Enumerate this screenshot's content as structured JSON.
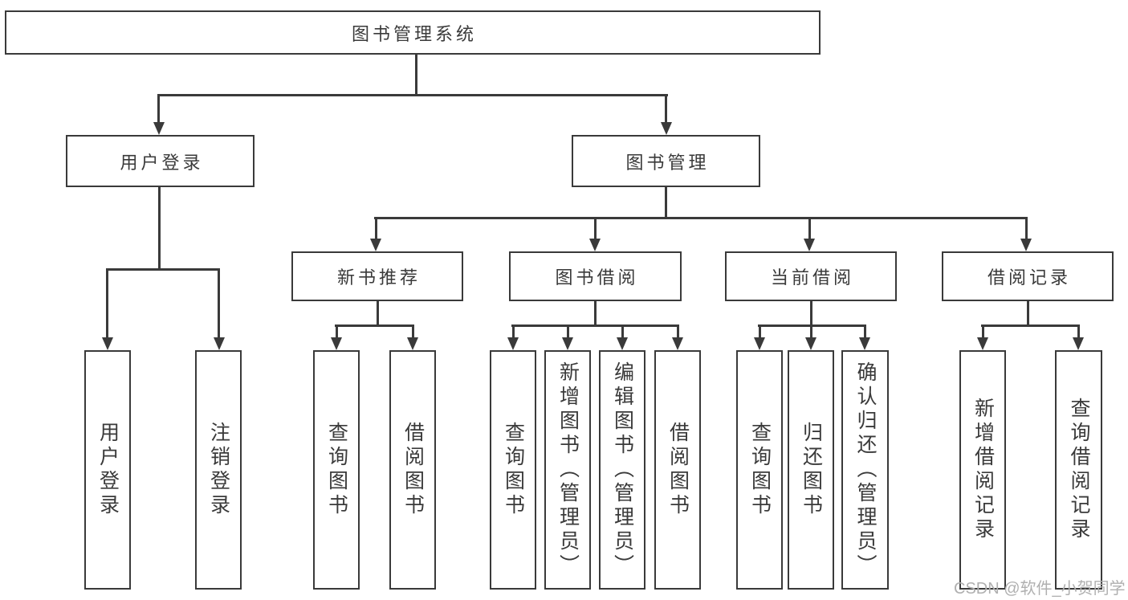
{
  "tree": {
    "root": {
      "label": "图书管理系统"
    },
    "branches": [
      {
        "label": "用户登录",
        "children": [
          {
            "label": "用户登录"
          },
          {
            "label": "注销登录"
          }
        ]
      },
      {
        "label": "图书管理",
        "children": [
          {
            "label": "新书推荐",
            "children": [
              {
                "label": "查询图书"
              },
              {
                "label": "借阅图书"
              }
            ]
          },
          {
            "label": "图书借阅",
            "children": [
              {
                "label": "查询图书"
              },
              {
                "label": "新增图书（管理员）"
              },
              {
                "label": "编辑图书（管理员）"
              },
              {
                "label": "借阅图书"
              }
            ]
          },
          {
            "label": "当前借阅",
            "children": [
              {
                "label": "查询图书"
              },
              {
                "label": "归还图书"
              },
              {
                "label": "确认归还（管理员）"
              }
            ]
          },
          {
            "label": "借阅记录",
            "children": [
              {
                "label": "新增借阅记录"
              },
              {
                "label": "查询借阅记录"
              }
            ]
          }
        ]
      }
    ]
  },
  "watermark": {
    "text": "CSDN @软件_小贺同学"
  },
  "colors": {
    "line": "#3a3a3a",
    "text": "#3a3a3a",
    "watermark": "#b0b0b0",
    "background": "#ffffff"
  }
}
